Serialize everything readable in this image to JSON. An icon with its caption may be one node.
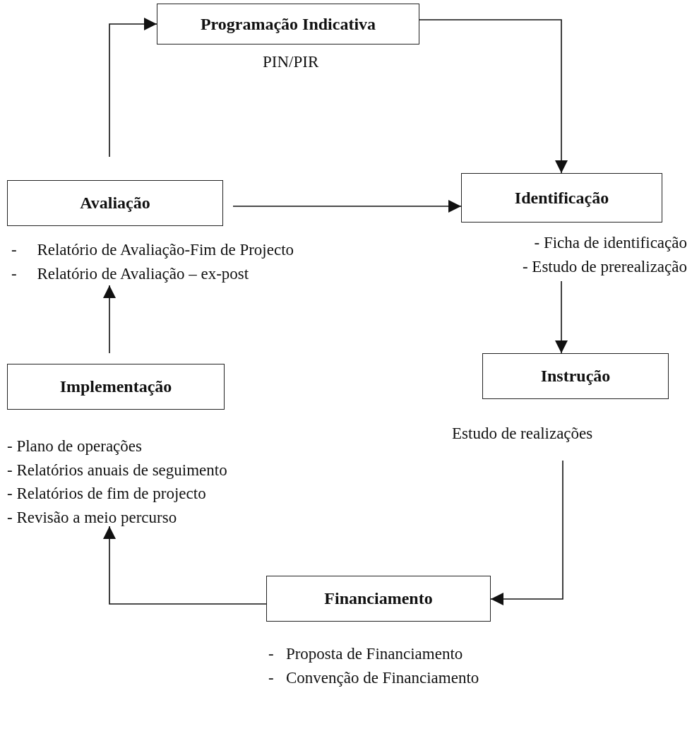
{
  "diagram": {
    "nodes": [
      {
        "text": [
          "Programação Indicativa"
        ],
        "beside": [
          "PIN/PIR"
        ]
      },
      {
        "text": [
          "Identificação"
        ],
        "beside": [
          "- Ficha de identificação",
          "- Estudo de prerealização"
        ]
      },
      {
        "text": [
          "Instrução"
        ],
        "beside": [
          "Estudo de realizações"
        ]
      },
      {
        "text": [
          "Financiamento"
        ],
        "beside": [
          "-   Proposta de Financiamento",
          "-   Convenção de Financiamento"
        ]
      },
      {
        "text": [
          "Implementação"
        ],
        "beside": [
          "- Plano de operações",
          "- Relatórios anuais de seguimento",
          "- Relatórios de fim de projecto",
          "- Revisão a meio percurso"
        ]
      },
      {
        "text": [
          "Avaliação"
        ],
        "beside": [
          "-     Relatório de Avaliação-Fim de Projecto",
          "-     Relatório de Avaliação – ex-post"
        ]
      }
    ],
    "edges": [
      {
        "from": 0,
        "to": 1,
        "arrow": "to"
      },
      {
        "from": 1,
        "to": 2,
        "arrow": "to"
      },
      {
        "from": 2,
        "to": 3,
        "arrow": "to"
      },
      {
        "from": 3,
        "to": 4,
        "arrow": "to"
      },
      {
        "from": 4,
        "to": 5,
        "arrow": "to"
      },
      {
        "from": 5,
        "to": 0,
        "arrow": "to"
      },
      {
        "from": 5,
        "to": 1,
        "arrow": "to"
      }
    ]
  }
}
